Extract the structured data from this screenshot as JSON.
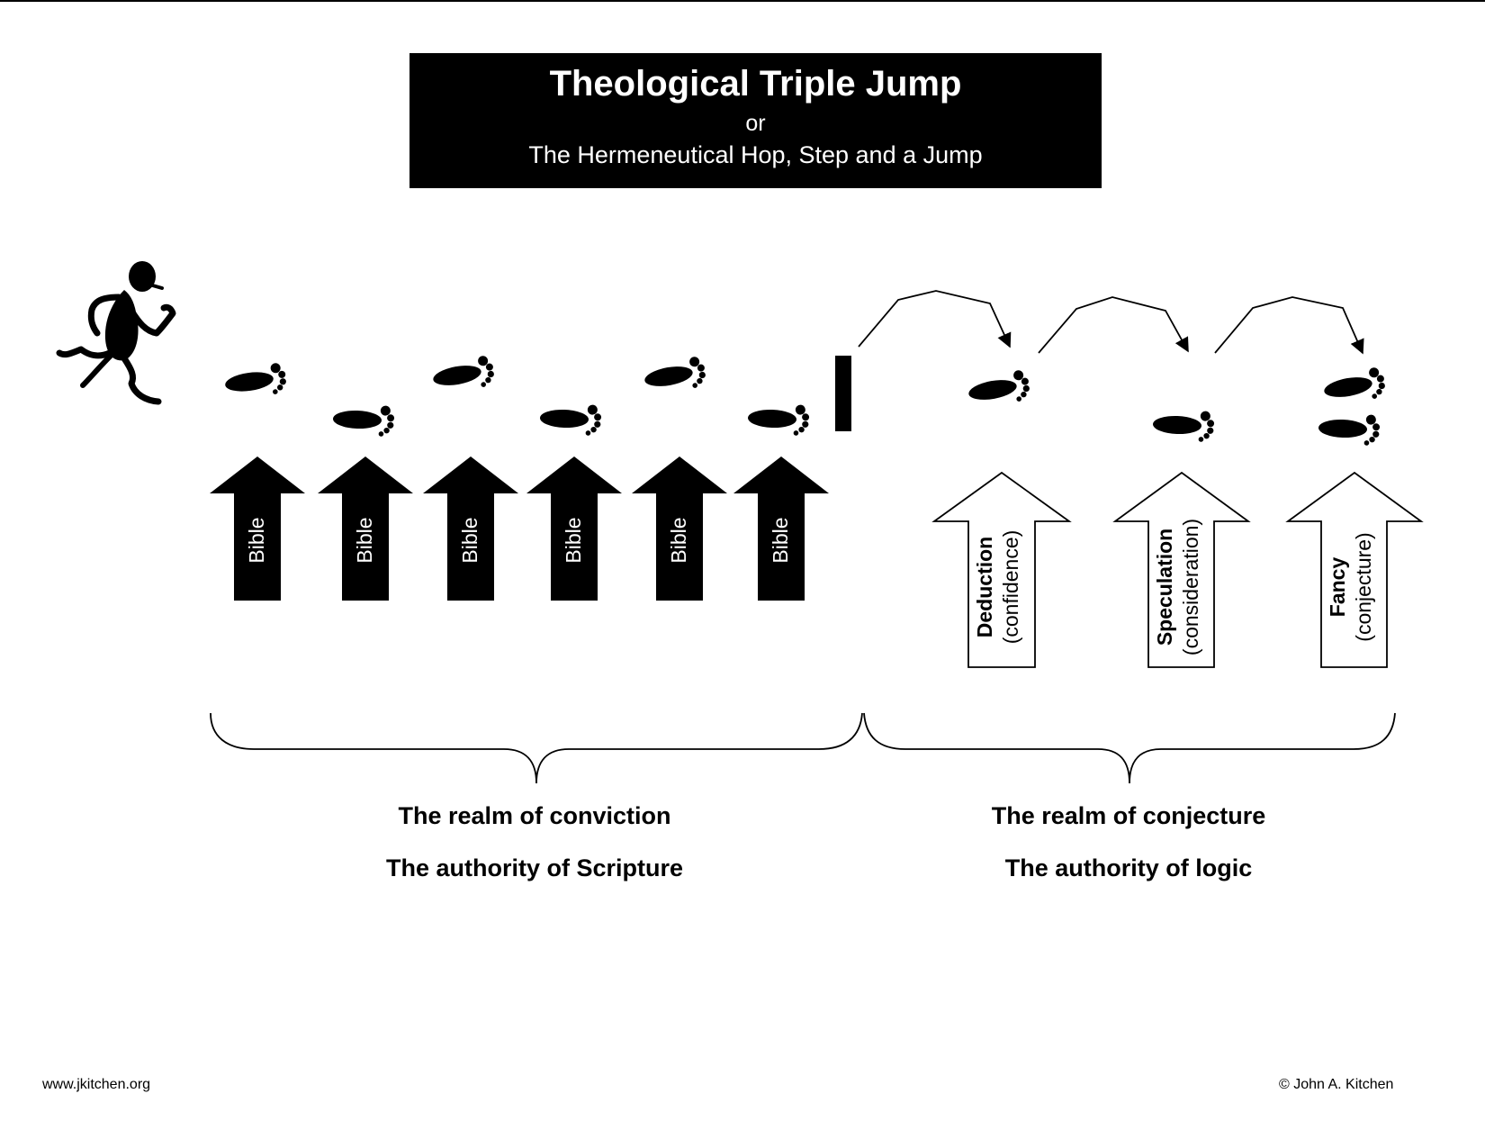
{
  "header": {
    "title": "Theological Triple Jump",
    "connector": "or",
    "subtitle": "The Hermeneutical Hop, Step and a Jump"
  },
  "conviction_arrows": [
    "Bible",
    "Bible",
    "Bible",
    "Bible",
    "Bible",
    "Bible"
  ],
  "conjecture_arrows": [
    {
      "main": "Deduction",
      "sub": "(confidence)"
    },
    {
      "main": "Speculation",
      "sub": "(consideration)"
    },
    {
      "main": "Fancy",
      "sub": "(conjecture)"
    }
  ],
  "realms": [
    {
      "realm": "The realm of conviction",
      "authority": "The authority of Scripture"
    },
    {
      "realm": "The realm of conjecture",
      "authority": "The authority of logic"
    }
  ],
  "footer": {
    "website": "www.jkitchen.org",
    "copyright": "© John A. Kitchen"
  }
}
